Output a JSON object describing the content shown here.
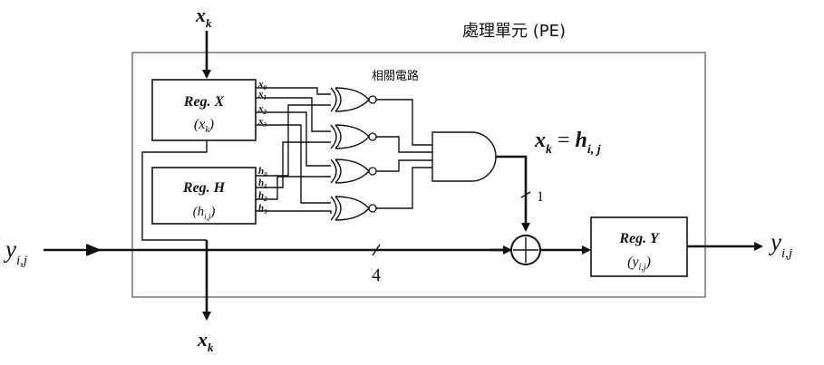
{
  "pe_title": "處理單元 (PE)",
  "corr_label": "相關電路",
  "input_xk_top": "x_k",
  "output_xk_bottom": "x_k",
  "input_yij": "y_{i,j}",
  "output_yij": "y_{i,j}",
  "reg_x": {
    "name": "Reg. X",
    "value": "(x_k)"
  },
  "reg_h": {
    "name": "Reg. H",
    "value": "(h_{i,j})"
  },
  "reg_y": {
    "name": "Reg. Y",
    "value": "(y_{i,j})"
  },
  "x_bits": [
    "x_0",
    "x_1",
    "x_2",
    "x_3"
  ],
  "h_bits": [
    "h_0",
    "h_1",
    "h_2",
    "h_3"
  ],
  "equality_label": "x_k = h_{i,j}",
  "bus_width_y": "4",
  "bus_width_eq": "1"
}
